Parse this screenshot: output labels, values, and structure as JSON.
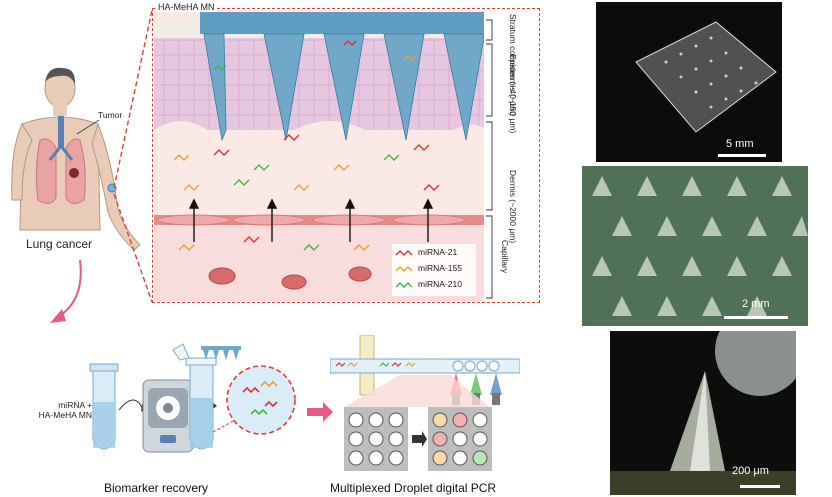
{
  "panel_left": {
    "patient_label": "Lung cancer",
    "tumor_label": "Tumor"
  },
  "skin_panel": {
    "mn_label": "HA-MeHA MN",
    "layers": [
      {
        "name": "Stratum corneum (~40 μm)"
      },
      {
        "name": "Epidermis (~150 μm)"
      },
      {
        "name": "Dermis (~2000 μm)"
      },
      {
        "name": "Capillary"
      }
    ],
    "legend": [
      {
        "label": "miRNA-21",
        "color": "#d93232"
      },
      {
        "label": "miRNA-155",
        "color": "#e8a030"
      },
      {
        "label": "miRNA-210",
        "color": "#3cb83c"
      }
    ],
    "border_color": "#e03c3c"
  },
  "workflow": {
    "sample_label": "miRNA +\nHA-MeHA MN",
    "recovery_caption": "Biomarker recovery",
    "pcr_caption": "Multiplexed Droplet digital PCR"
  },
  "photos": [
    {
      "name": "patch",
      "scale": "5 mm"
    },
    {
      "name": "array",
      "scale": "2 mm"
    },
    {
      "name": "needle",
      "scale": "200 μm"
    }
  ]
}
